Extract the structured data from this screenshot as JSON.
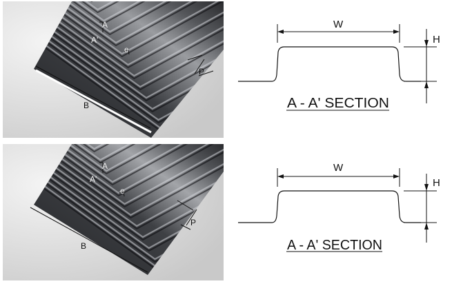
{
  "figures": [
    {
      "id": "top",
      "photo_labels": {
        "a": "A",
        "a_prime": "A'",
        "e": "e",
        "p": "P",
        "b": "B"
      },
      "section_labels": {
        "w": "W",
        "h": "H",
        "caption": "A - A' SECTION"
      }
    },
    {
      "id": "bottom",
      "photo_labels": {
        "a": "A",
        "a_prime": "A'",
        "e": "e",
        "p": "P",
        "b": "B"
      },
      "section_labels": {
        "w": "W",
        "h": "H",
        "caption": "A - A' SECTION"
      }
    }
  ],
  "colors": {
    "belt_dark": "#2c2d30",
    "belt_light": "#a3a5a9",
    "background_photo": "#dcdcdc",
    "line": "#111111"
  }
}
